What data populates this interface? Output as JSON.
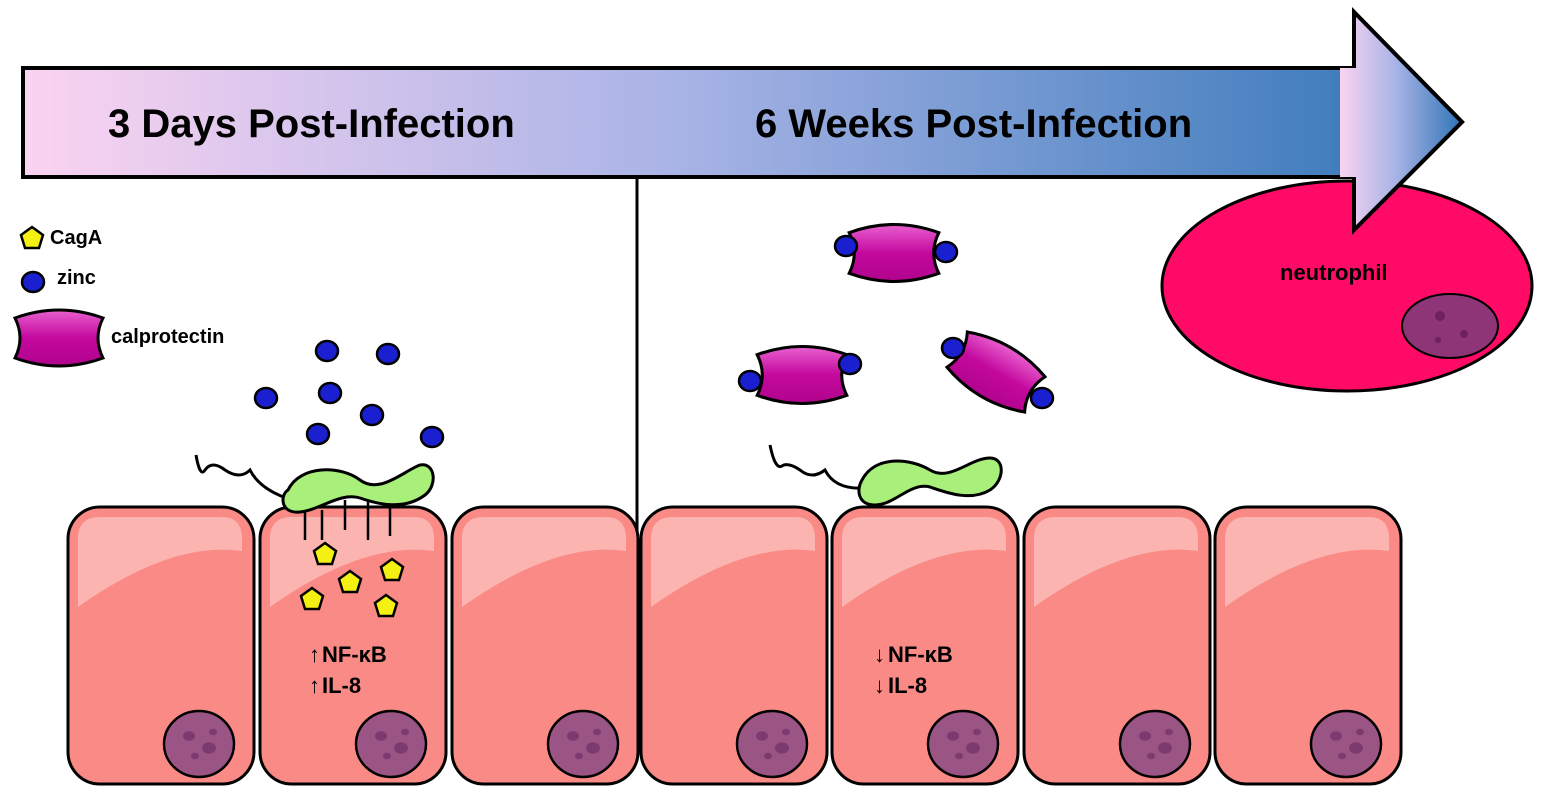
{
  "timeline": {
    "left_label": "3 Days Post-Infection",
    "right_label": "6 Weeks Post-Infection",
    "gradient_start": "#fbd3f1",
    "gradient_mid": "#a9b4e6",
    "gradient_end": "#2f74b6"
  },
  "legend": {
    "items": [
      {
        "label": "CagA",
        "icon": "pentagon-icon",
        "color": "#f4f112"
      },
      {
        "label": "zinc",
        "icon": "circle-icon",
        "color": "#1a1fd0"
      },
      {
        "label": "calprotectin",
        "icon": "calprotectin-icon",
        "color": "#c4089e"
      }
    ]
  },
  "neutrophil": {
    "label": "neutrophil",
    "color": "#ff0a66",
    "nucleus_color": "#8d3577"
  },
  "early_cell_markers": [
    {
      "arrow": "↑",
      "label": "NF-κB"
    },
    {
      "arrow": "↑",
      "label": "IL-8"
    }
  ],
  "late_cell_markers": [
    {
      "arrow": "↓",
      "label": "NF-κB"
    },
    {
      "arrow": "↓",
      "label": "IL-8"
    }
  ],
  "colors": {
    "cell_fill": "#fa8a86",
    "cell_highlight": "#fcc2bf",
    "cell_nucleus": "#9a5585",
    "bacterium": "#a8f07a",
    "zinc": "#1a1fd0",
    "caga": "#f4f112",
    "calprotectin": "#c4089e"
  }
}
